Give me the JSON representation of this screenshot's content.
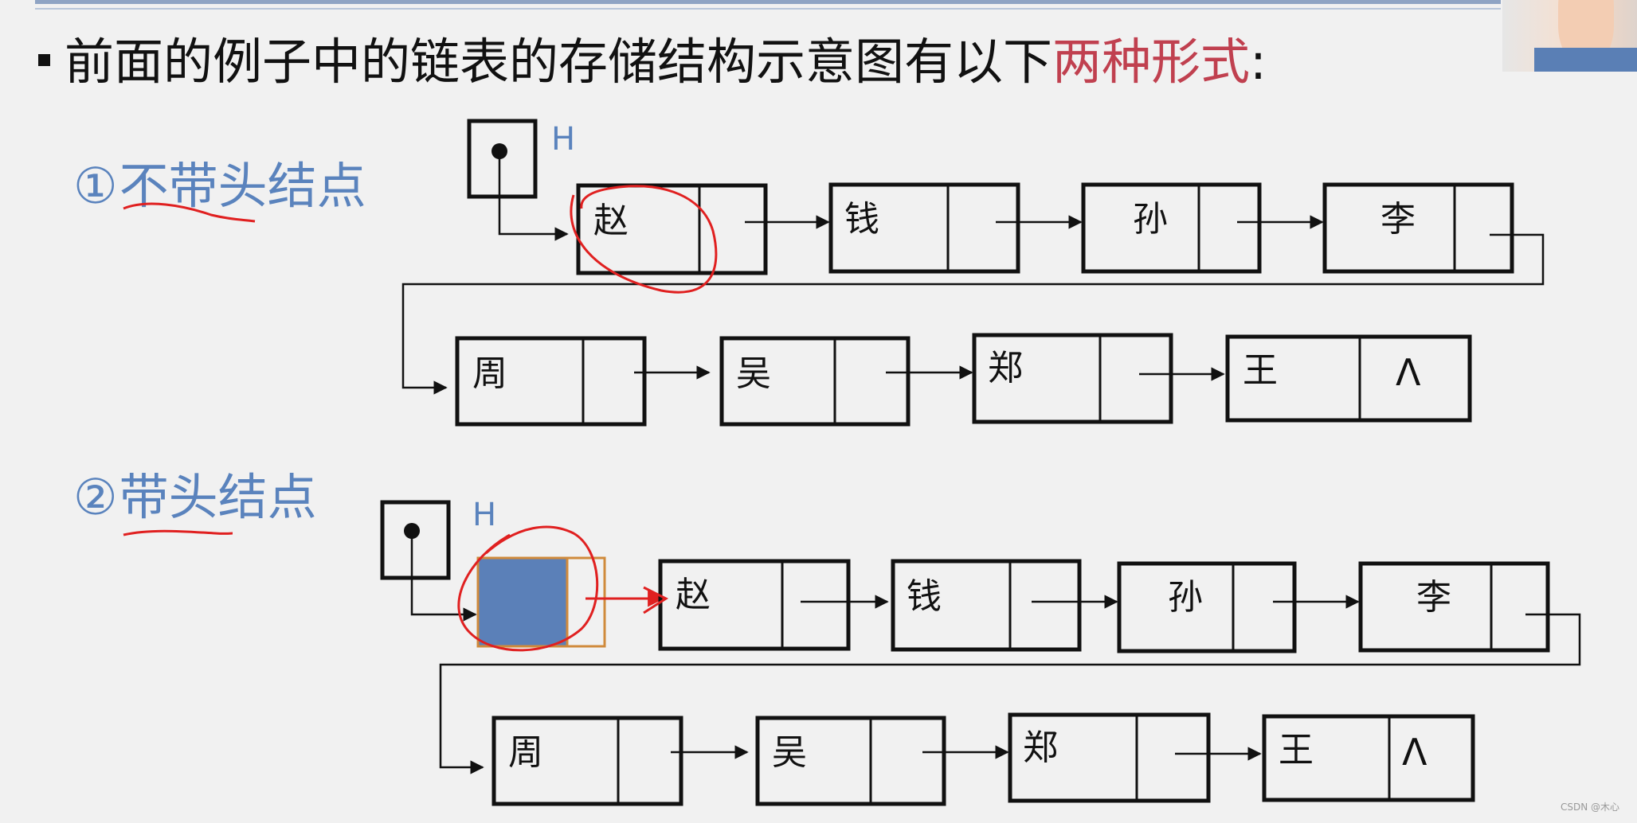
{
  "heading": {
    "prefix": "前面的例子中的链表的存储结构示意图有以下",
    "highlight": "两种形式",
    "suffix": ":"
  },
  "sections": [
    {
      "number": "①",
      "title": "不带头结点"
    },
    {
      "number": "②",
      "title": "带头结点"
    }
  ],
  "head_pointer_label": "H",
  "row_top": [
    "赵",
    "钱",
    "孙",
    "李"
  ],
  "row_bottom": [
    "周",
    "吴",
    "郑",
    "王"
  ],
  "null_symbol": "Λ",
  "watermark": "CSDN @木心",
  "colors": {
    "accent_blue": "#5a83bd",
    "highlight_red": "#c0404f",
    "annotation_red": "#e02020",
    "head_node_fill": "#5b80b8",
    "head_node_border": "#d08a3c"
  }
}
